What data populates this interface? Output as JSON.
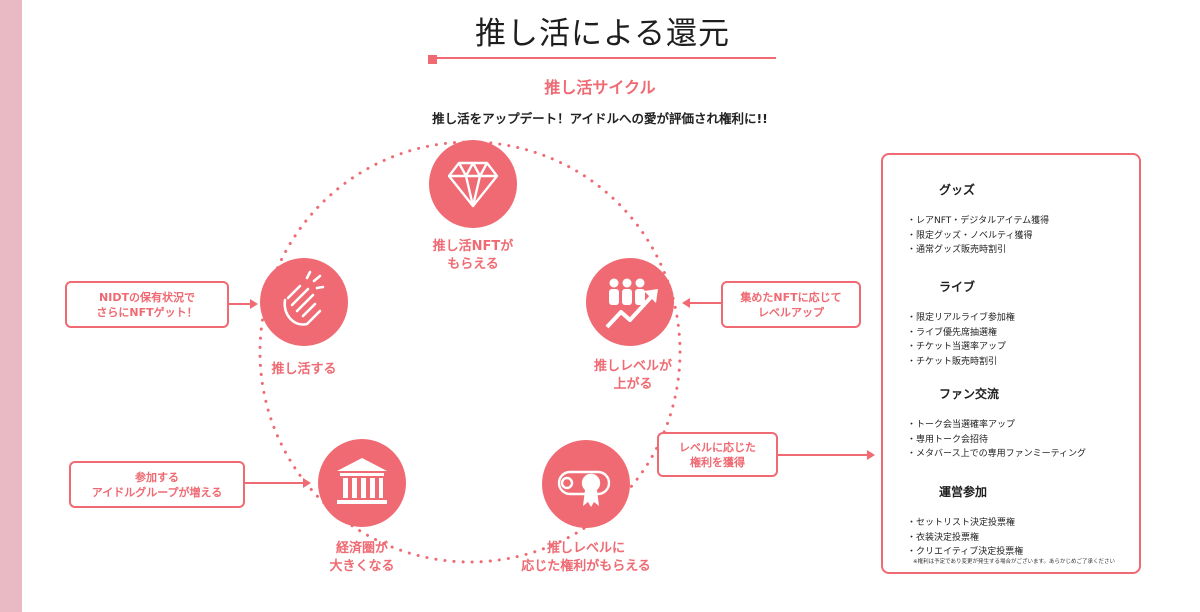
{
  "header": {
    "title": "推し活による還元",
    "subtitle": "推し活サイクル",
    "tagline": "推し活をアップデート！アイドルへの愛が評価され権利に!!"
  },
  "cycle": {
    "nodes": [
      {
        "id": "nft",
        "icon": "diamond-icon",
        "label_lines": [
          "推し活NFTが",
          "もらえる"
        ]
      },
      {
        "id": "level-up",
        "icon": "people-growth-icon",
        "label_lines": [
          "推しレベルが",
          "上がる"
        ]
      },
      {
        "id": "rights",
        "icon": "certificate-icon",
        "label_lines": [
          "推しレベルに",
          "応じた権利がもらえる"
        ]
      },
      {
        "id": "economy",
        "icon": "bank-icon",
        "label_lines": [
          "経済圏が",
          "大きくなる"
        ]
      },
      {
        "id": "oshikatsu",
        "icon": "clapping-hands-icon",
        "label_lines": [
          "推し活する"
        ]
      }
    ],
    "callouts": [
      {
        "id": "nidt",
        "lines": [
          "NIDTの保有状況で",
          "さらにNFTゲット！"
        ]
      },
      {
        "id": "collected",
        "lines": [
          "集めたNFTに応じて",
          "レベルアップ"
        ]
      },
      {
        "id": "level-rights",
        "lines": [
          "レベルに応じた",
          "権利を獲得"
        ]
      },
      {
        "id": "groups",
        "lines": [
          "参加する",
          "アイドルグループが増える"
        ]
      }
    ]
  },
  "benefits": {
    "sections": [
      {
        "title": "グッズ",
        "icon": "ribbon-icon",
        "items": [
          "レアNFT・デジタルアイテム獲得",
          "限定グッズ・ノベルティ獲得",
          "通常グッズ販売時割引"
        ]
      },
      {
        "title": "ライブ",
        "icon": "drum-icon",
        "items": [
          "限定リアルライブ参加権",
          "ライブ優先席抽選権",
          "チケット当選率アップ",
          "チケット販売時割引"
        ]
      },
      {
        "title": "ファン交流",
        "icon": "chat-bubbles-icon",
        "items": [
          "トーク会当選確率アップ",
          "専用トーク会招待",
          "メタバース上での専用ファンミーティング"
        ]
      },
      {
        "title": "運営参加",
        "icon": "weightlifter-icon",
        "items": [
          "セットリスト決定投票権",
          "衣装決定投票権",
          "クリエイティブ決定投票権"
        ]
      }
    ],
    "footnote": "※権利は予定であり変更が発生する場合がございます。あらかじめご了承ください"
  },
  "colors": {
    "accent": "#ef6a72",
    "side_bar": "#e9b9c4",
    "text": "#222222"
  }
}
